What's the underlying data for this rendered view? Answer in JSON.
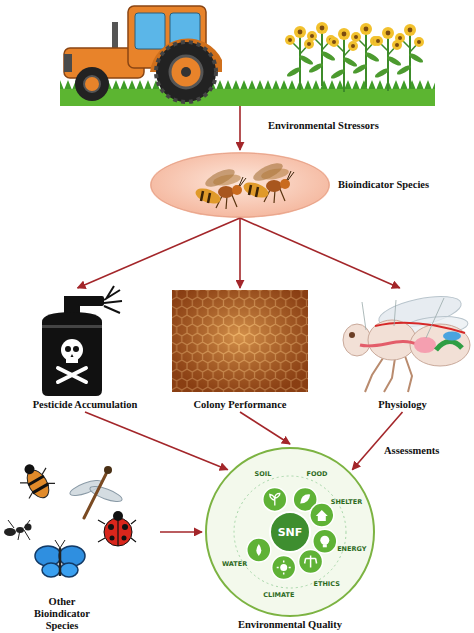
{
  "diagram": {
    "nodes": [
      {
        "text": [
          "Bioindicator Species"
        ]
      },
      {
        "text": [
          "Pesticide Accumulation"
        ]
      },
      {
        "text": [
          "Colony Performance"
        ]
      },
      {
        "text": [
          "Physiology"
        ]
      },
      {
        "text": [
          "Other Bioindicator Species"
        ]
      },
      {
        "text": [
          "Environmental Quality"
        ]
      }
    ],
    "edges": [
      {
        "from": 0,
        "to": 1,
        "arrow": "to"
      },
      {
        "from": 0,
        "to": 2,
        "arrow": "to"
      },
      {
        "from": 0,
        "to": 3,
        "arrow": "to"
      },
      {
        "from": 1,
        "to": 5,
        "arrow": "to"
      },
      {
        "from": 2,
        "to": 5,
        "arrow": "to"
      },
      {
        "from": 3,
        "to": 5,
        "label": "Assessments",
        "arrow": "to"
      },
      {
        "from": 4,
        "to": 5,
        "arrow": "to"
      }
    ],
    "labels": [
      "Environmental Stressors",
      "FOOD",
      "SHELTER",
      "ENERGY",
      "ETHICS",
      "CLIMATE",
      "WATER",
      "SOIL",
      "SNF"
    ]
  }
}
